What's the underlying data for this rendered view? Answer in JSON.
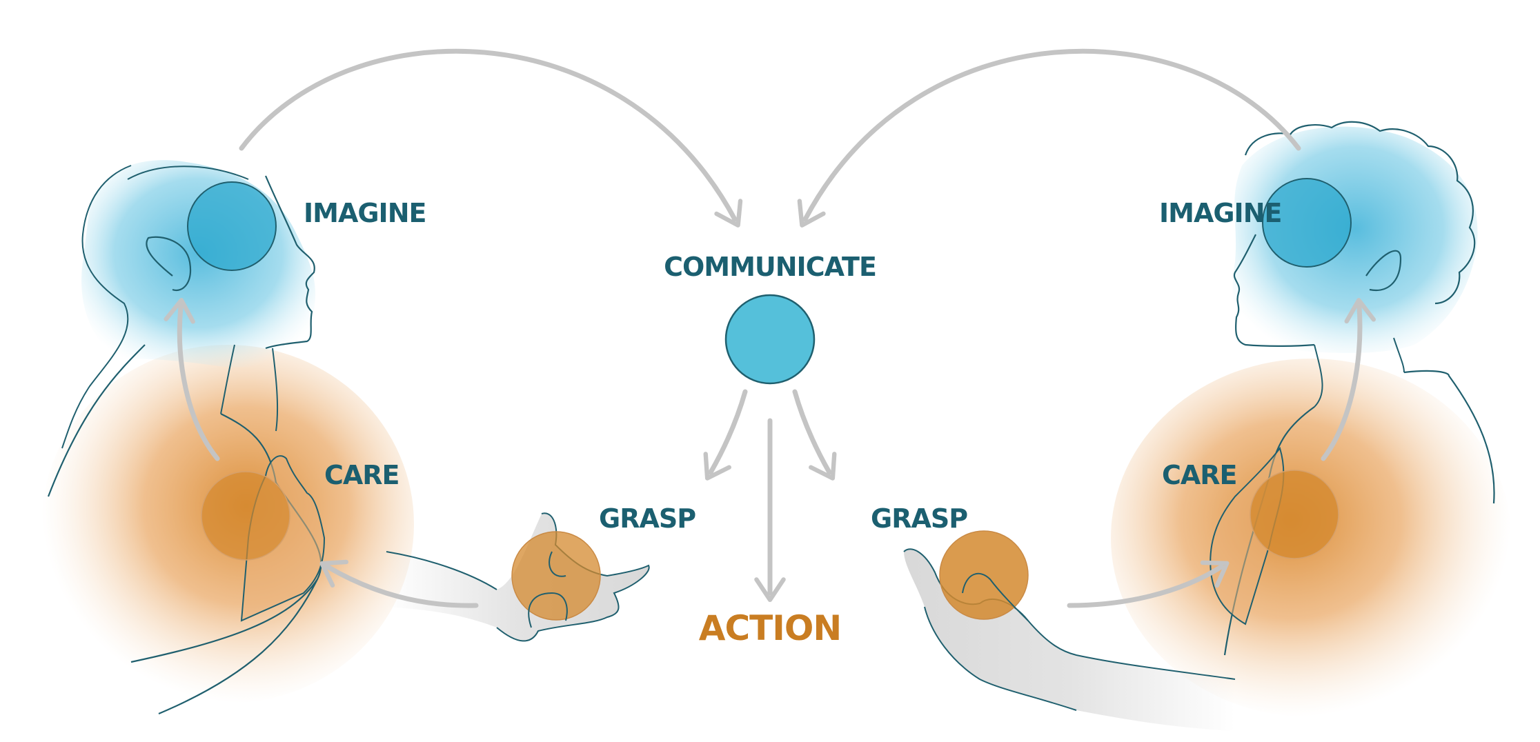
{
  "labels": {
    "imagine_left": "IMAGINE",
    "care_left": "CARE",
    "grasp_left": "GRASP",
    "communicate": "COMMUNICATE",
    "action": "ACTION",
    "grasp_right": "GRASP",
    "care_right": "CARE",
    "imagine_right": "IMAGINE"
  },
  "colors": {
    "label_teal": "#1b5f70",
    "label_orange": "#c97d22",
    "blue_node": "#33aed0",
    "blue_node_stroke": "#1a6f86",
    "orange_node": "#d4892f",
    "outline": "#1f5f6e",
    "arrow_gray": "#c4c4c4",
    "head_blue": "#7ccde6",
    "body_orange": "#e8a55f"
  }
}
